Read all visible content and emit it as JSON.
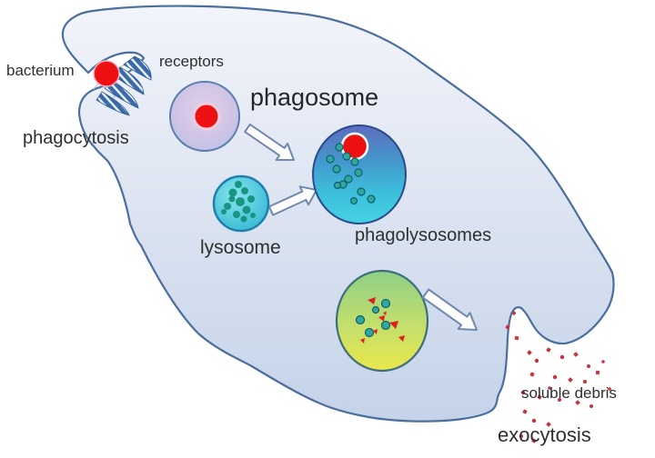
{
  "labels": {
    "bacterium": "bacterium",
    "receptors": "receptors",
    "phagosome": "phagosome",
    "phagocytosis": "phagocytosis",
    "lysosome": "lysosome",
    "phagolysosomes": "phagolysosomes",
    "soluble_debris": "soluble debris",
    "exocytosis": "exocytosis"
  },
  "icons": {
    "cell": "cell-membrane-outline",
    "bacterium": "bacterium-red-dot-icon",
    "receptors": "receptor-flaps-icon",
    "filaments": "receptor-filaments-icon",
    "phagosome": "phagosome-vesicle-icon",
    "lysosome": "lysosome-vesicle-icon",
    "phagolysosome": "phagolysosome-vesicle-icon",
    "residual_body": "residual-body-vesicle-icon",
    "arrows": "process-arrow-icon",
    "debris": "soluble-debris-particles-icon"
  },
  "colors": {
    "cell_fill_top": "#f2f4fa",
    "cell_fill_bottom": "#c5d3e9",
    "membrane_stroke": "#4a6e9e",
    "bacterium_red": "#ee1111",
    "phagosome_fill": "#d8c8e6",
    "lysosome_fill": "#35c0d8",
    "phagolysosome_top": "#5f6cbe",
    "phagolysosome_bottom": "#45d2e4",
    "residual_green": "#8ecf86",
    "residual_yellow": "#e9e84b",
    "enzyme_dot": "#2fa7a0",
    "debris_red": "#c93040",
    "arrow_fill": "#ffffff",
    "arrow_stroke": "#7088b0",
    "text": "#2f2f2f"
  }
}
